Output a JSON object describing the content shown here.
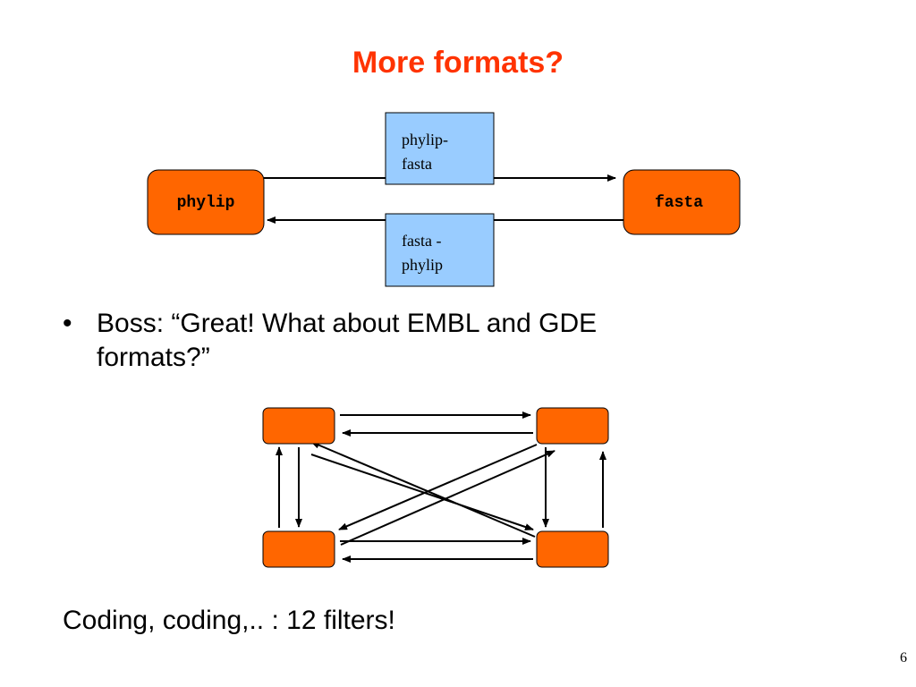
{
  "slide": {
    "title": "More formats?",
    "page_number": "6"
  },
  "top_diagram": {
    "left_node": "phylip",
    "right_node": "fasta",
    "forward_filter": [
      "phylip-",
      "fasta"
    ],
    "backward_filter": [
      "fasta -",
      "phylip"
    ]
  },
  "bullet": {
    "marker": "•",
    "lines": [
      "Boss: “Great! What about EMBL and GDE",
      "formats?”"
    ]
  },
  "conclusion": "Coding, coding,.. : 12 filters!",
  "colors": {
    "title": "#FF3300",
    "node_fill": "#FF6600",
    "filter_fill": "#99CCFF",
    "stroke": "#000000"
  }
}
